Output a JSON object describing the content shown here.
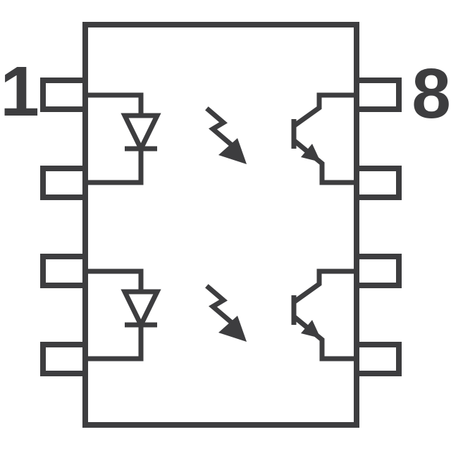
{
  "diagram": {
    "type": "schematic",
    "subject": "dual-channel optocoupler, 8-pin package outline",
    "pin_labels": {
      "left_top": "1",
      "right_top": "8"
    },
    "pins": {
      "left_count": 4,
      "right_count": 4,
      "total": 8
    },
    "colors": {
      "line": "#3d3d3f",
      "background": "#ffffff"
    },
    "symbols": [
      {
        "name": "led-emitter-diode",
        "channel": 1,
        "side": "left"
      },
      {
        "name": "light-emission-arrow",
        "channel": 1,
        "side": "center"
      },
      {
        "name": "npn-phototransistor",
        "channel": 1,
        "side": "right"
      },
      {
        "name": "led-emitter-diode",
        "channel": 2,
        "side": "left"
      },
      {
        "name": "light-emission-arrow",
        "channel": 2,
        "side": "center"
      },
      {
        "name": "npn-phototransistor",
        "channel": 2,
        "side": "right"
      }
    ]
  }
}
